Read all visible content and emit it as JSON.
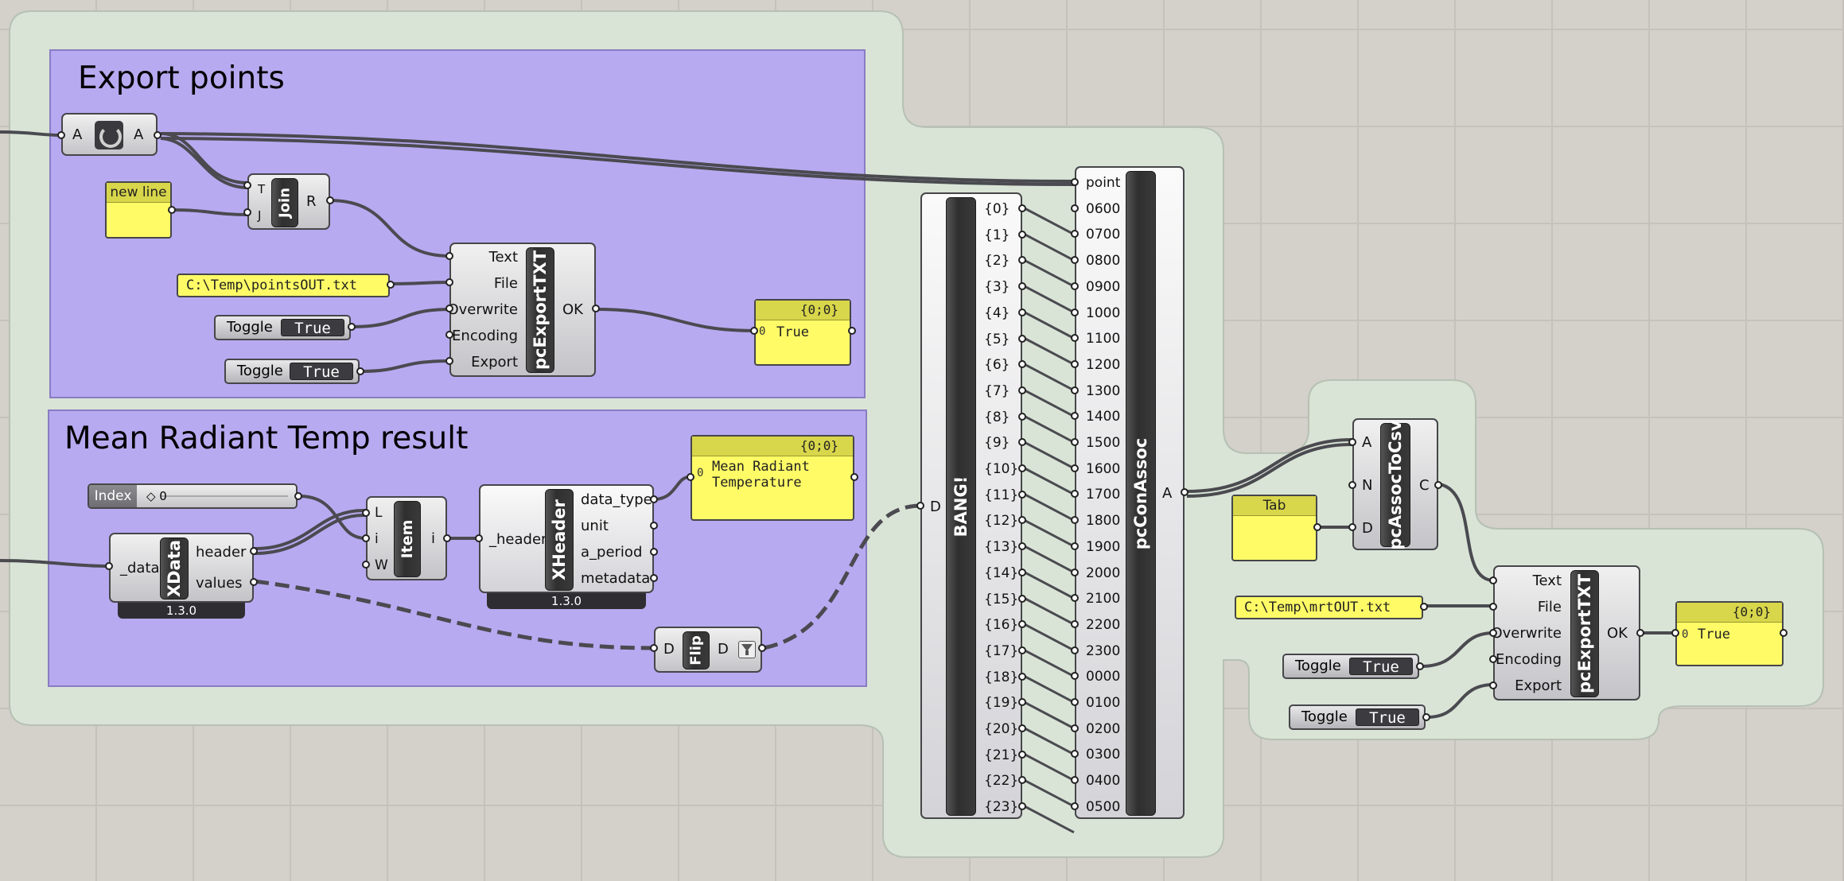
{
  "colors": {
    "canvas": "#d4d0ca",
    "group_green": "#d9e4d6",
    "group_purple": "#b8aaf0",
    "panel_yellow": "#fffb66"
  },
  "groups": {
    "export_points_title": "Export points",
    "mrt_title": "Mean Radiant Temp result"
  },
  "relay": {
    "in": "A",
    "out": "A",
    "icon": "relay-icon"
  },
  "new_line_panel": {
    "title": "new line"
  },
  "join": {
    "name": "Join",
    "inputs": [
      "T",
      "J"
    ],
    "output": "R"
  },
  "export1": {
    "name": "pcExportTXT",
    "inputs": [
      "Text",
      "File",
      "Overwrite",
      "Encoding",
      "Export"
    ],
    "output": "OK"
  },
  "path1": {
    "value": "C:\\Temp\\pointsOUT.txt"
  },
  "toggle1": {
    "label": "Toggle",
    "value": "True"
  },
  "toggle2": {
    "label": "Toggle",
    "value": "True"
  },
  "out_panel1": {
    "path": "{0;0}",
    "index": "0",
    "value": "True"
  },
  "index_slider": {
    "label": "Index",
    "value": "◇ 0"
  },
  "xdata": {
    "name": "XData",
    "input": "_data",
    "outputs": [
      "header",
      "values"
    ],
    "version": "1.3.0"
  },
  "item": {
    "name": "Item",
    "inputs": [
      "L",
      "i",
      "W"
    ],
    "output": "i"
  },
  "xheader": {
    "name": "XHeader",
    "input": "_header",
    "outputs": [
      "data_type",
      "unit",
      "a_period",
      "metadata"
    ],
    "version": "1.3.0"
  },
  "mrt_panel": {
    "path": "{0;0}",
    "index": "0",
    "line1": "Mean Radiant",
    "line2": "Temperature"
  },
  "flip": {
    "name": "Flip",
    "input": "D",
    "output": "D",
    "icon": "funnel-icon"
  },
  "bang": {
    "name": "BANG!",
    "input": "D",
    "outputs": [
      "{0}",
      "{1}",
      "{2}",
      "{3}",
      "{4}",
      "{5}",
      "{6}",
      "{7}",
      "{8}",
      "{9}",
      "{10}",
      "{11}",
      "{12}",
      "{13}",
      "{14}",
      "{15}",
      "{16}",
      "{17}",
      "{18}",
      "{19}",
      "{20}",
      "{21}",
      "{22}",
      "{23}"
    ]
  },
  "conassoc": {
    "name": "pcConAssoc",
    "inputs": [
      "point",
      "0600",
      "0700",
      "0800",
      "0900",
      "1000",
      "1100",
      "1200",
      "1300",
      "1400",
      "1500",
      "1600",
      "1700",
      "1800",
      "1900",
      "2000",
      "2100",
      "2200",
      "2300",
      "0000",
      "0100",
      "0200",
      "0300",
      "0400",
      "0500"
    ],
    "output": "A"
  },
  "assoctocsv": {
    "name": "pcAssocToCsv",
    "inputs": [
      "A",
      "N",
      "D"
    ],
    "output": "C"
  },
  "tab_panel": {
    "title": "Tab"
  },
  "export2": {
    "name": "pcExportTXT",
    "inputs": [
      "Text",
      "File",
      "Overwrite",
      "Encoding",
      "Export"
    ],
    "output": "OK"
  },
  "path2": {
    "value": "C:\\Temp\\mrtOUT.txt"
  },
  "toggle3": {
    "label": "Toggle",
    "value": "True"
  },
  "toggle4": {
    "label": "Toggle",
    "value": "True"
  },
  "out_panel2": {
    "path": "{0;0}",
    "index": "0",
    "value": "True"
  }
}
